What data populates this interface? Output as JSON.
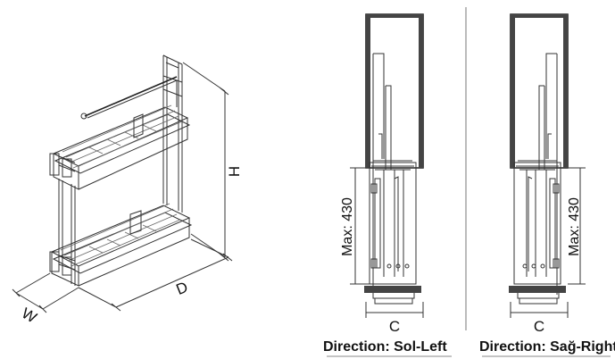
{
  "basket_view": {
    "dimension_labels": {
      "height": "H",
      "depth": "D",
      "width": "W"
    }
  },
  "panels": [
    {
      "clearance_label": "C",
      "max_label": "Max: 430",
      "direction_label": "Direction: Sol-Left"
    },
    {
      "clearance_label": "C",
      "max_label": "Max: 430",
      "direction_label": "Direction: Sağ-Right"
    }
  ]
}
